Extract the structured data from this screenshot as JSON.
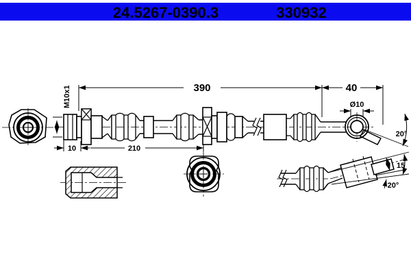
{
  "header": {
    "part_number": "24.5267-0390.3",
    "catalog_number": "330932"
  },
  "drawing": {
    "labels": {
      "total_length": "390",
      "end_length": "40",
      "thread": "M10x1",
      "banjo_bore": "Ø10",
      "nut_offset": "10",
      "segment_length": "210",
      "stub_height": "15",
      "angle_banjo": "20°",
      "angle_end": "20°"
    }
  },
  "colors": {
    "header_bg": "#0b0bf0",
    "header_text": "#ffffff",
    "ink": "#000000",
    "paper": "#ffffff"
  }
}
